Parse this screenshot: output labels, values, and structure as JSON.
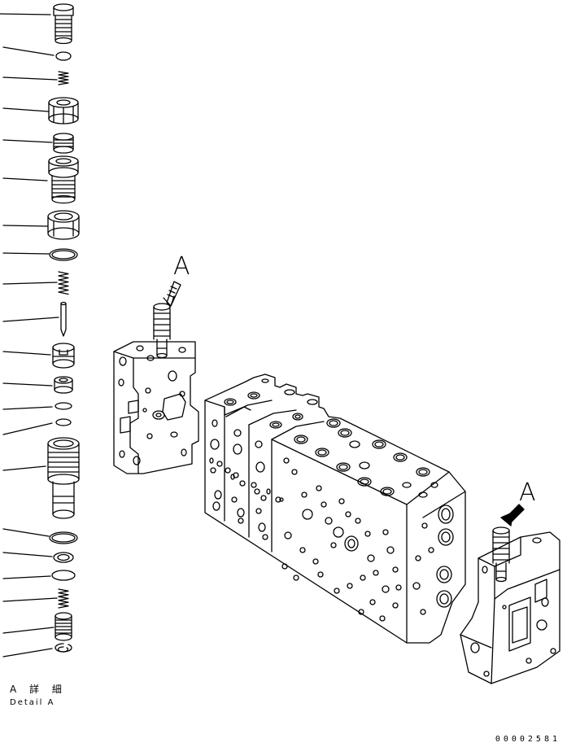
{
  "view_label_left": "A",
  "view_label_right": "A",
  "caption_line1": "A 詳 細",
  "caption_line2": "Detail A",
  "drawing_code": "00002581",
  "colors": {
    "line": "#000000",
    "background": "#ffffff"
  },
  "detail_parts": [
    {
      "type": "plug"
    },
    {
      "type": "small-oring"
    },
    {
      "type": "small-spring"
    },
    {
      "type": "nut"
    },
    {
      "type": "short-plug"
    },
    {
      "type": "sleeve"
    },
    {
      "type": "nut"
    },
    {
      "type": "oring"
    },
    {
      "type": "spring"
    },
    {
      "type": "pin"
    },
    {
      "type": "poppet"
    },
    {
      "type": "seat"
    },
    {
      "type": "small-oring"
    },
    {
      "type": "small-oring"
    },
    {
      "type": "valve-body"
    },
    {
      "type": "oring"
    },
    {
      "type": "washer"
    },
    {
      "type": "oring"
    },
    {
      "type": "spring"
    },
    {
      "type": "short-plug"
    },
    {
      "type": "snap-ring"
    }
  ]
}
